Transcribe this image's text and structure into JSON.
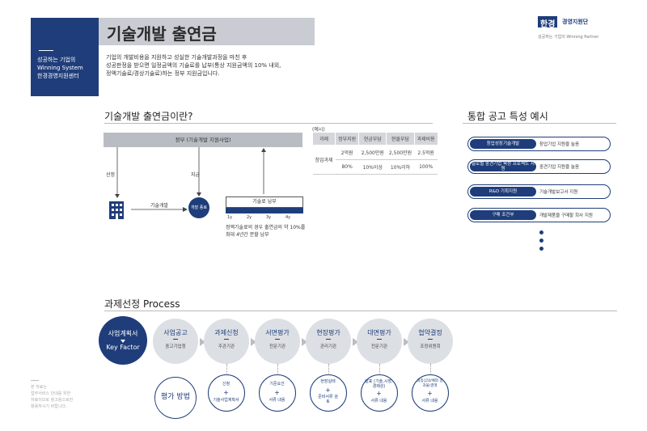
{
  "header": {
    "brand_lines": [
      "성공하는 기업의",
      "Winning System",
      "한경경영지원센터"
    ],
    "title": "기술개발 출연금",
    "description_lines": [
      "기업의 개발비용을 지원하고 성실한 기술개발과정을 마친 후",
      "성공판정을 받으면 일정금액의 기술료를 납부(통상 지원금액의 10% 내외,",
      "정액기술료/경상기술료)하는 정부 지원금입니다."
    ],
    "logo_name": "한경",
    "logo_sub": "경영지원단",
    "logo_tagline": "성공하는 기업의 Winning Partner"
  },
  "section1": {
    "title": "기술개발 출연금이란?",
    "gov_bar": "정부 (기술개발 지원사업)",
    "label_selection": "선정",
    "label_grant": "지급",
    "label_techdev": "기술개발",
    "company_label": "개발 종료",
    "repay_label": "기술료 납부",
    "years": [
      "1y",
      "2y",
      "3y",
      "4y"
    ],
    "repay_note": [
      "정액기술료의 경우 출연금의 약 10%를",
      "최대 4년간 분할 납부"
    ]
  },
  "table": {
    "tag": "(예시)",
    "headers": [
      "과제",
      "정부지원",
      "현금부담",
      "현물부담",
      "과제비용"
    ],
    "row_label": "창업과제",
    "row1": [
      "2억원",
      "2,500만원",
      "2,500만원",
      "2.5억원"
    ],
    "row2": [
      "80%",
      "10%이상",
      "10%이하",
      "100%"
    ]
  },
  "section2": {
    "title": "통합 공고 특성 예시",
    "items": [
      {
        "pill": "창업성장기술개발",
        "desc": "창업기업 지원을 늘음"
      },
      {
        "pill": "글로벌 중견기업 육성 프로젝트 지원",
        "desc": "중견기업 지원을 늘음"
      },
      {
        "pill": "R&D 기획지원",
        "desc": "기술개발보고서 지원"
      },
      {
        "pill": "구매 조건부",
        "desc": "개발제품을 구매할 회사 지원"
      }
    ]
  },
  "process": {
    "title": "과제선정 Process",
    "key_a": "사업계획서",
    "key_b": "Key Factor",
    "steps": [
      {
        "name": "사업공고",
        "role": "중고기업청"
      },
      {
        "name": "과제신청",
        "role": "주관기관"
      },
      {
        "name": "서면평가",
        "role": "전문기관"
      },
      {
        "name": "현장평가",
        "role": "관리기관"
      },
      {
        "name": "대면평가",
        "role": "전문기관"
      },
      {
        "name": "협약결정",
        "role": "조정위원회"
      }
    ],
    "eval_title": "평가 방법",
    "evals": [
      {
        "top": "신청",
        "bottom": "기술사업계획서"
      },
      {
        "top": "기준요건",
        "bottom": "서류 내용"
      },
      {
        "top": "현장실태",
        "bottom": "준비서류 검토"
      },
      {
        "top": "발표 (기술,시장,경제성)",
        "bottom": "서류 내용"
      },
      {
        "top": "최종심의/예외 결과물/결액",
        "bottom": "서류 내용"
      }
    ]
  },
  "footnote": [
    "본 자료는",
    "업무서비스 안내를 위한",
    "자료이므로 참고용으로만",
    "활용하시기 바랍니다."
  ]
}
